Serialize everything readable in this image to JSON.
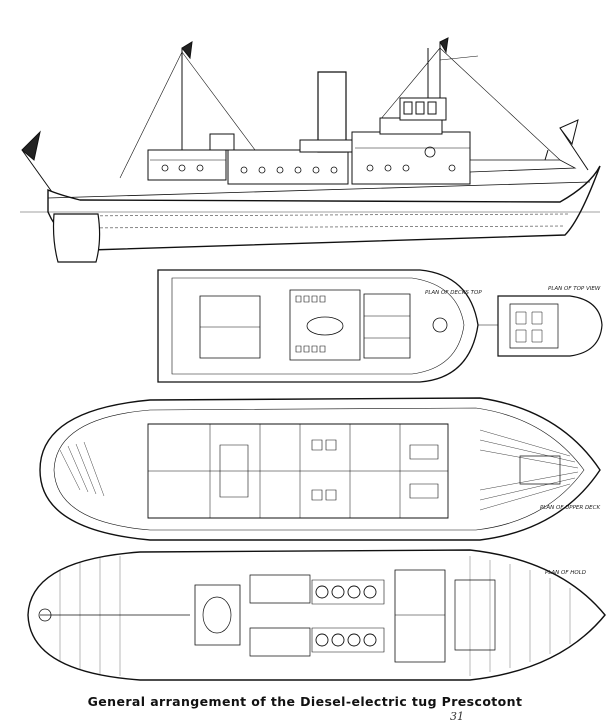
{
  "caption": "General arrangement of the Diesel-electric tug Prescotont",
  "corner_mark": "31",
  "labels": {
    "plan_deck_top": "PLAN OF DECKS TOP",
    "plan_top_view": "PLAN OF TOP VIEW",
    "plan_upper_deck": "PLAN OF UPPER DECK",
    "plan_hold": "PLAN OF HOLD"
  }
}
